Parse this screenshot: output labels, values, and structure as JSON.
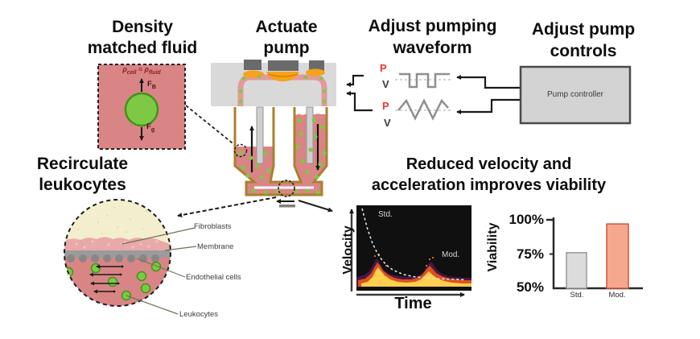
{
  "panels": {
    "density": {
      "title1": "Density",
      "title2": "matched fluid",
      "equation": {
        "rho1": "ρ",
        "sub1": "cell",
        "op": "≈",
        "rho2": "ρ",
        "sub2": "fluid"
      },
      "buoyancy": {
        "base": "F",
        "sub": "B"
      },
      "gravity": {
        "base": "F",
        "sub": "g"
      }
    },
    "actuate": {
      "title1": "Actuate",
      "title2": "pump"
    },
    "waveform": {
      "title1": "Adjust pumping",
      "title2": "waveform",
      "rows": [
        {
          "p": "P",
          "v": "V",
          "shape": "square-pulse"
        },
        {
          "p": "P",
          "v": "V",
          "shape": "triangle"
        }
      ]
    },
    "controls": {
      "title1": "Adjust pump",
      "title2": "controls",
      "controller_label": "Pump controller"
    },
    "recirculate": {
      "title1": "Recirculate",
      "title2": "leukocytes",
      "layers": [
        "Fibroblasts",
        "Membrane",
        "Endothelial cells",
        "Leukocytes"
      ]
    },
    "results": {
      "title1": "Reduced velocity and",
      "title2": "acceleration improves viability"
    }
  },
  "chart_data": [
    {
      "type": "line",
      "xlabel": "Time",
      "ylabel": "Velocity",
      "grid": false,
      "axis_ticks": "none",
      "background": "black",
      "series": [
        {
          "name": "Std.",
          "style": "dashed-gray-decay",
          "x": [
            0,
            0.5,
            1,
            1.5,
            2,
            2.5,
            3,
            4,
            5,
            6,
            7,
            8,
            9,
            10
          ],
          "y": [
            100,
            74,
            54,
            40,
            30,
            23,
            18,
            12,
            9,
            7.5,
            6.5,
            6,
            5.5,
            5
          ]
        },
        {
          "name": "Mod.",
          "style": "flame-spectrogram-band",
          "x": [
            0,
            1,
            1.5,
            2,
            2.5,
            3,
            4,
            5,
            6,
            6.5,
            7,
            7.5,
            8,
            9,
            10
          ],
          "y": [
            5,
            6,
            10,
            27,
            19,
            13,
            10,
            8,
            7,
            11,
            25,
            16,
            11,
            8,
            6
          ]
        }
      ],
      "annotations": [
        "Std.",
        "Mod."
      ]
    },
    {
      "type": "bar",
      "ylabel": "Viability",
      "categories": [
        "Std.",
        "Mod."
      ],
      "values": [
        76,
        97
      ],
      "yticks": [
        "100%",
        "75%",
        "50%"
      ],
      "ylim": [
        50,
        100
      ],
      "bar_colors": [
        "#dcdcdc",
        "#f5a88e"
      ]
    }
  ],
  "colors": {
    "fluid_pink": "#d98585",
    "cell_green": "#7ec944",
    "cell_green_dark": "#3f941c",
    "pump_orange": "#f6a21c",
    "channel_wall_tan": "#a9812e",
    "pump_body_gray": "#d9d9d9",
    "actuator_gray": "#6a6a6a",
    "controller_gray": "#d3d3d3",
    "cream": "#f3eecd",
    "membrane_gray": "#9b9b9b",
    "p_label_red": "#e23b2e",
    "flame_outer": "#4a1545",
    "flame_mid": "#d9531e",
    "flame_inner": "#ffcf4d",
    "bar_std_fill": "#dcdcdc",
    "bar_std_border": "#9a9a9a",
    "bar_mod_fill": "#f5a88e",
    "bar_mod_border": "#d9543a"
  }
}
